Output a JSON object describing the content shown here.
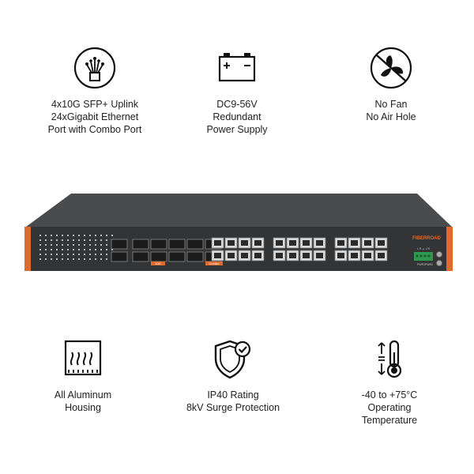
{
  "features_top": [
    {
      "icon": "fiber-optic-icon",
      "lines": [
        "4x10G SFP+ Uplink",
        "24xGigabit Ethernet",
        "Port with Combo Port"
      ]
    },
    {
      "icon": "battery-icon",
      "lines": [
        "DC9-56V",
        "Redundant",
        "Power Supply"
      ]
    },
    {
      "icon": "no-fan-icon",
      "lines": [
        "No Fan",
        "No Air Hole"
      ]
    }
  ],
  "features_bottom": [
    {
      "icon": "heat-sink-icon",
      "lines": [
        "All Aluminum",
        "Housing"
      ]
    },
    {
      "icon": "shield-check-icon",
      "lines": [
        "IP40 Rating",
        "8kV Surge Protection"
      ]
    },
    {
      "icon": "thermometer-icon",
      "lines": [
        "-40 to +75°C",
        "Operating",
        "Temperature"
      ]
    }
  ],
  "device": {
    "brand": "FIBERROAD",
    "label_10g": "10G",
    "label_combo": "Combo",
    "power_label_1": "PWR1",
    "power_label_2": "PWR2",
    "terminal_labels": "L  R  ⏚  L  R"
  },
  "colors": {
    "accent": "#e06a2b",
    "chassis": "#3a3b3d",
    "terminal": "#2f9a4f"
  }
}
